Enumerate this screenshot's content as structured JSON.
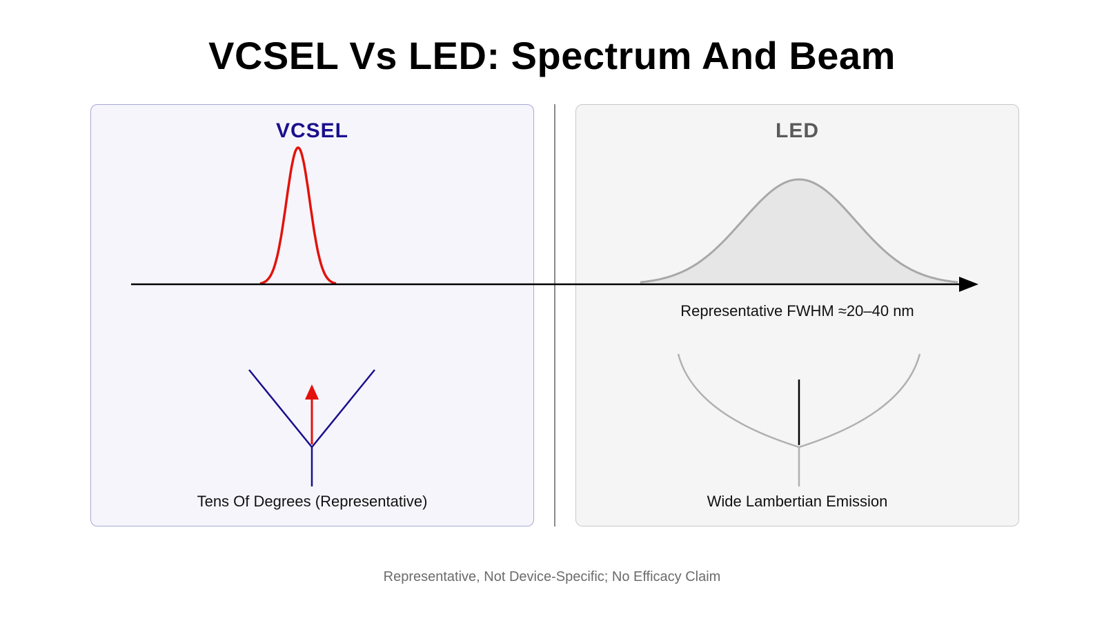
{
  "title": "VCSEL Vs LED: Spectrum And Beam",
  "panels": {
    "vcsel": {
      "label": "VCSEL",
      "beam_caption": "Tens Of Degrees (Representative)",
      "accent_color": "#1a0f8c",
      "spectrum_color": "#e3120b"
    },
    "led": {
      "label": "LED",
      "fwhm_caption": "Representative FWHM ≈20–40 nm",
      "beam_caption": "Wide Lambertian Emission",
      "accent_color": "#5a5a5a",
      "spectrum_color": "#a8a8a8"
    }
  },
  "footnote": "Representative, Not Device-Specific; No Efficacy Claim",
  "icons": {
    "axis_arrow": "arrow-right-icon",
    "vcsel_beam_arrow": "arrow-up-icon"
  }
}
